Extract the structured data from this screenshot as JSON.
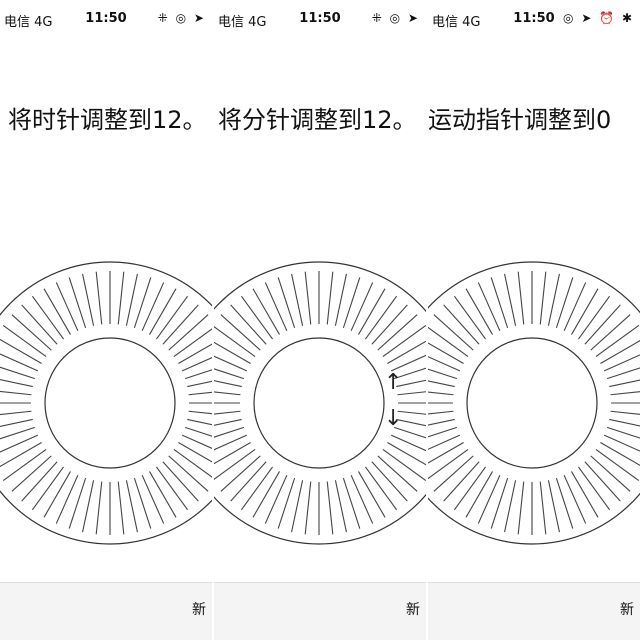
{
  "panels": [
    {
      "status": {
        "carrier": "电信  4G",
        "time": "11:50",
        "icons": "⁜ ◎ ➤"
      },
      "instruction": "将时针调整到12。",
      "bottom_button": "新"
    },
    {
      "status": {
        "carrier": "电信  4G",
        "time": "11:50",
        "icons": "⁜ ◎ ➤"
      },
      "instruction": "将分针调整到12。",
      "bottom_button": "新"
    },
    {
      "status": {
        "carrier": "电信  4G",
        "time": "11:50",
        "icons": "◎ ➤ ⏰ ✱"
      },
      "instruction": "运动指针调整到0",
      "bottom_button": "新"
    }
  ],
  "arrows": {
    "up": "↑",
    "down": "↓"
  }
}
